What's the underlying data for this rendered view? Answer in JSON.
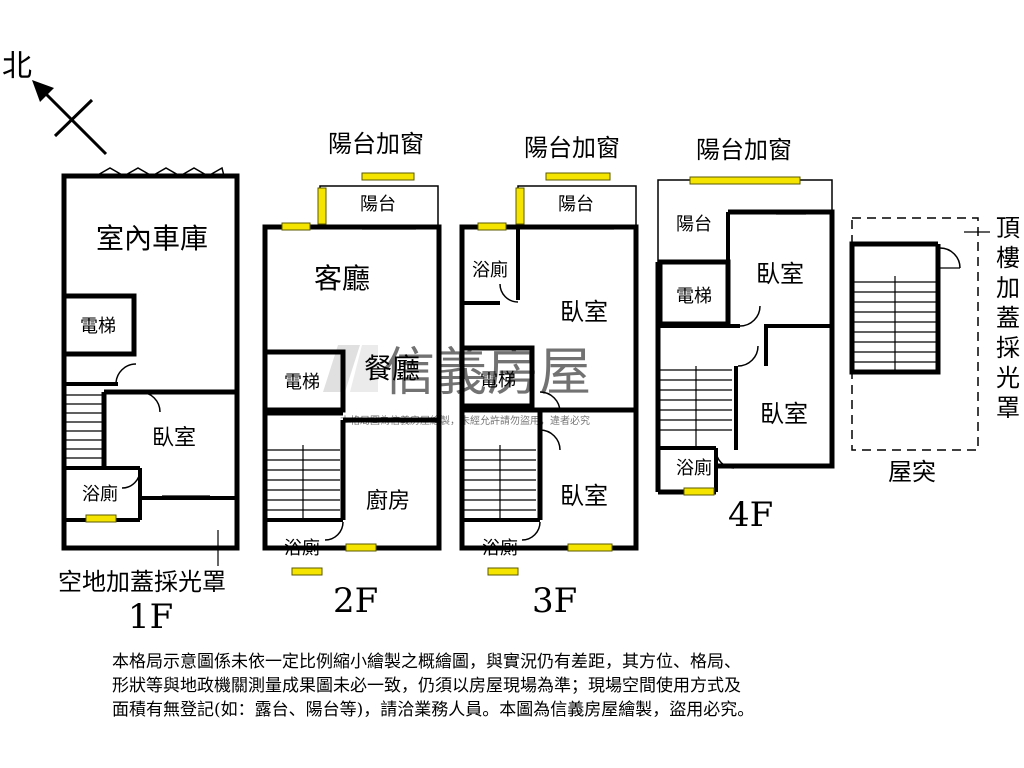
{
  "compass": {
    "label": "北"
  },
  "watermark": {
    "brand": "信義房屋",
    "note": "本格局圖為信義房屋繪製，未經允許請勿盜用，違者必究"
  },
  "floors": {
    "f1": {
      "label": "1F",
      "rooms": {
        "garage": "室內車庫",
        "elevator": "電梯",
        "bedroom": "臥室",
        "bath": "浴廁"
      },
      "note": "空地加蓋採光罩"
    },
    "f2": {
      "label": "2F",
      "balcony_note": "陽台加窗",
      "rooms": {
        "balcony": "陽台",
        "living": "客廳",
        "dining": "餐廳",
        "elevator": "電梯",
        "kitchen": "廚房",
        "bath": "浴廁"
      }
    },
    "f3": {
      "label": "3F",
      "balcony_note": "陽台加窗",
      "rooms": {
        "balcony": "陽台",
        "bath_top": "浴廁",
        "bedroom_top": "臥室",
        "elevator": "電梯",
        "bedroom_bottom": "臥室",
        "bath_bottom": "浴廁"
      }
    },
    "f4": {
      "label": "4F",
      "balcony_note": "陽台加窗",
      "rooms": {
        "balcony": "陽台",
        "bedroom_top": "臥室",
        "elevator": "電梯",
        "bedroom_bottom": "臥室",
        "bath": "浴廁"
      }
    },
    "roof": {
      "label": "屋突",
      "note_chars": [
        "頂",
        "樓",
        "加",
        "蓋",
        "採",
        "光",
        "罩"
      ]
    }
  },
  "disclaimer": {
    "line1": "本格局示意圖係未依一定比例縮小繪製之概繪圖，與實況仍有差距，其方位、格局、",
    "line2": "形狀等與地政機關測量成果圖未必一致，仍須以房屋現場為準；現場空間使用方式及",
    "line3": "面積有無登記(如：露台、陽台等)，請洽業務人員。本圖為信義房屋繪製，盜用必究。"
  },
  "colors": {
    "wall": "#000000",
    "window_fill": "#f5e400",
    "window_edge": "#5a5a00",
    "watermark": "#c8c8c8"
  }
}
